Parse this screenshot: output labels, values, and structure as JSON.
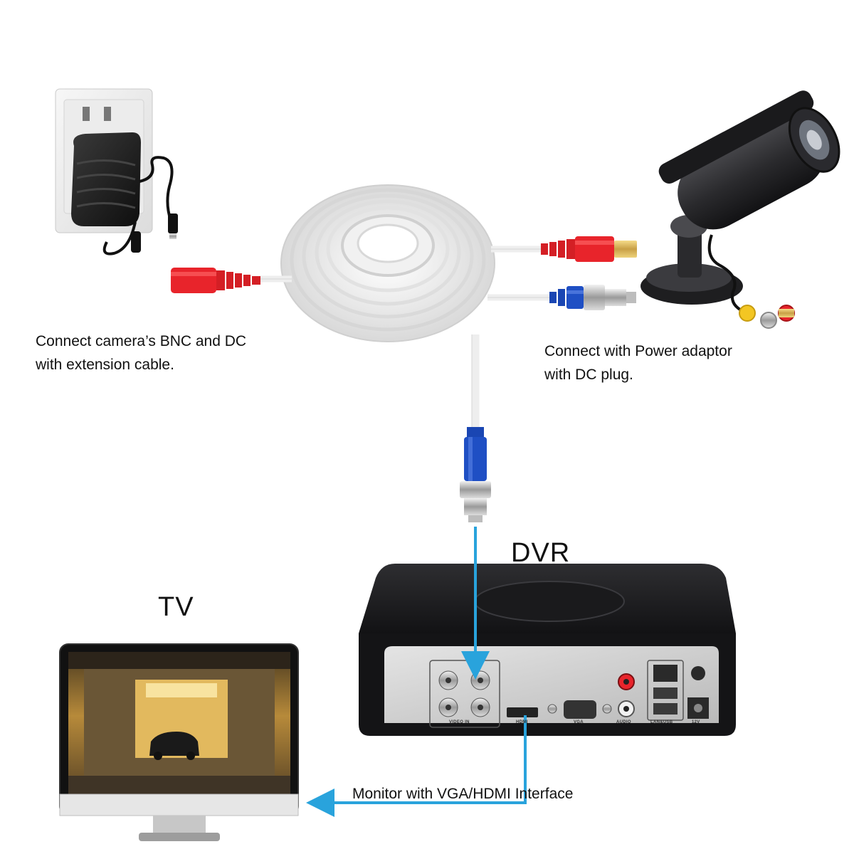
{
  "notes": {
    "left_line1": "Connect camera’s BNC and DC",
    "left_line2": "with extension cable.",
    "right_line1": "Connect with Power adaptor",
    "right_line2": "with DC plug.",
    "bottom": "Monitor with VGA/HDMI Interface"
  },
  "titles": {
    "dvr": "DVR",
    "tv": "TV"
  },
  "ports": {
    "video_in": "VIDEO IN",
    "hdmi": "HDMI",
    "vga": "VGA",
    "audio": "AUDIO",
    "lan_usb": "LAN&USB",
    "power": "12V"
  },
  "colors": {
    "arrow": "#29a3dc",
    "dc_red": "#e8242b",
    "bnc_blue": "#1f4fc4",
    "cable_white": "#f4f4f4",
    "device_black": "#1c1c1e"
  }
}
